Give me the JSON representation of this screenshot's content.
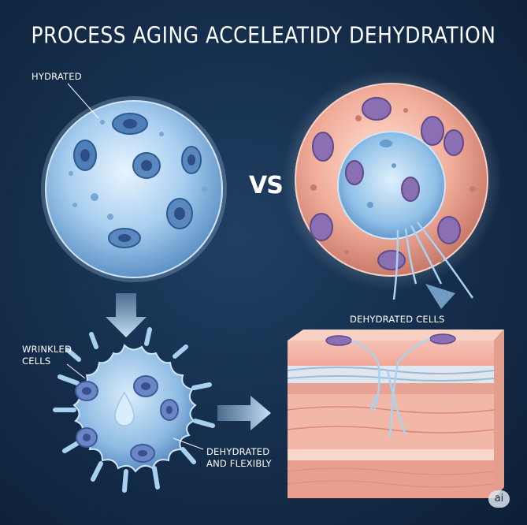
{
  "title": "PROCESS AGING ACCELEATIDY DEHYDRATION",
  "labels": {
    "hydrated": "HYDRATED",
    "vs": "VS",
    "wrinkled_line1": "WRINKLED",
    "wrinkled_line2": "CELLS",
    "dehydrated_cells": "DEHYDRATED CELLS",
    "dehydrated_flexibly_line1": "DEHYDRATED",
    "dehydrated_flexibly_line2": "AND FLEXIBLY"
  },
  "badge": "ai",
  "colors": {
    "background": "#16304f",
    "hydrated_cell": "#9cc6ea",
    "dehydrated_cell_outer": "#f0b4a2",
    "nucleus_purple": "#8a6fb3",
    "skin_pink": "#f3b7a8"
  }
}
